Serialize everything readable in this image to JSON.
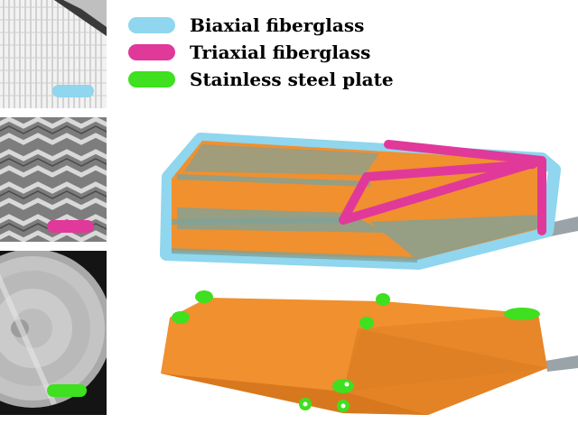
{
  "legend": {
    "items": [
      {
        "label": "Biaxial fiberglass",
        "color": "#8fd6ee",
        "icon": "cyan-brush-stroke"
      },
      {
        "label": "Triaxial fiberglass",
        "color": "#e0399a",
        "icon": "magenta-brush-stroke"
      },
      {
        "label": "Stainless steel plate",
        "color": "#3ee01f",
        "icon": "green-brush-stroke"
      }
    ]
  },
  "photos": [
    {
      "subject": "biaxial fiberglass woven mesh",
      "marker_color": "#8fd6ee"
    },
    {
      "subject": "triaxial fiberglass herringbone weave",
      "marker_color": "#e0399a"
    },
    {
      "subject": "stainless steel pan plate",
      "marker_color": "#3ee01f"
    }
  ],
  "colors": {
    "board_fill": "#f0902f",
    "board_shade": "#d8781e",
    "fiberglass_overlay": "#7fa19a",
    "handle": "#9aa3a8"
  }
}
